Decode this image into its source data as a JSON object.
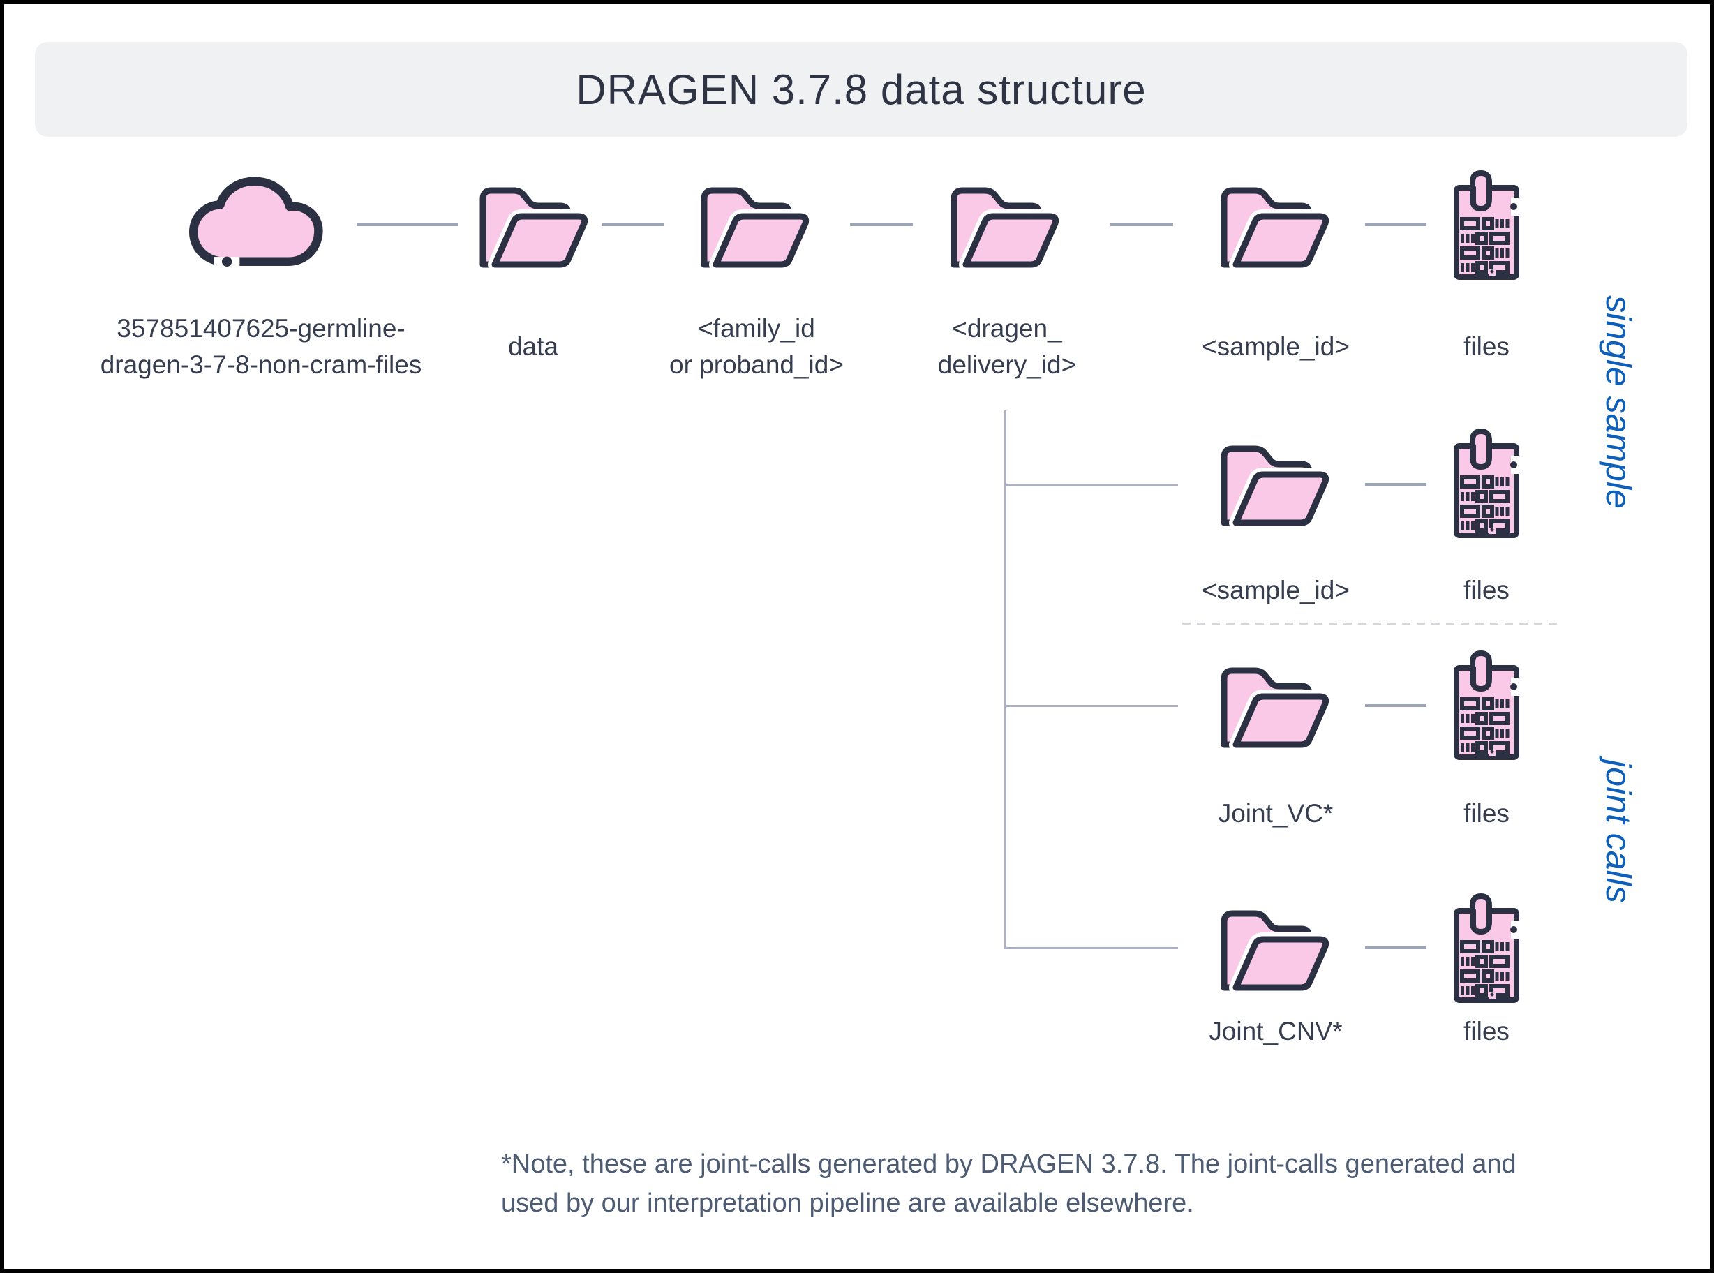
{
  "title": "DRAGEN 3.7.8 data structure",
  "root": {
    "label_line1": "357851407625-germline-",
    "label_line2": "dragen-3-7-8-non-cram-files"
  },
  "level1": {
    "data_folder": {
      "label": "data"
    },
    "family_folder": {
      "line1": "<family_id",
      "line2": "or proband_id>"
    },
    "dragen_folder": {
      "line1": "<dragen_",
      "line2": "delivery_id>"
    },
    "sample_folder": {
      "label": "<sample_id>"
    },
    "files": {
      "label": "files"
    }
  },
  "branches": {
    "sample2": {
      "folder_label": "<sample_id>",
      "files_label": "files"
    },
    "joint_vc": {
      "folder_label": "Joint_VC*",
      "files_label": "files"
    },
    "joint_cnv": {
      "folder_label": "Joint_CNV*",
      "files_label": "files"
    }
  },
  "side_labels": {
    "single_sample": "single sample",
    "joint_calls": "joint calls"
  },
  "note": {
    "line1": "*Note, these are joint-calls generated by DRAGEN 3.7.8. The joint-calls generated and",
    "line2": "used by our interpretation pipeline are available elsewhere."
  },
  "colors": {
    "accent_blue": "#0D5FB9",
    "icon_pink": "#FAC9E8",
    "icon_outline": "#2B3042",
    "connector_gray": "#9EA5B5",
    "tree_gray": "#ACB0C2",
    "divider_dash": "#D7D7DB",
    "header_bg": "#F0F1F2",
    "title_text": "#2E3444",
    "label_text": "#363D4F",
    "note_text": "#4D5C73"
  }
}
